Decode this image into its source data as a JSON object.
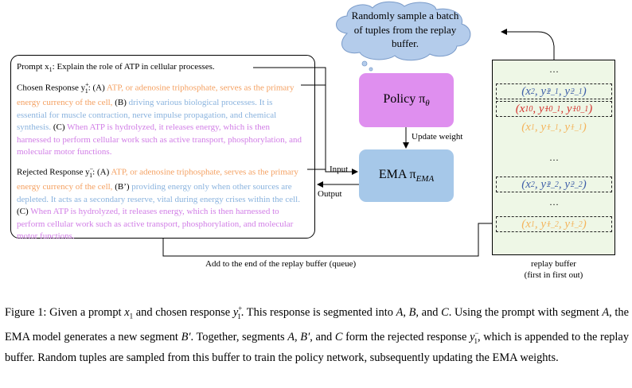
{
  "figure": {
    "prompt": {
      "label": "Prompt x",
      "sub": "1",
      "text": ": Explain the role of ATP in cellular processes."
    },
    "chosen": {
      "label": "Chosen Response y",
      "sup": "+",
      "sub": "1",
      "a_marker": ": (A) ",
      "a_text": "ATP, or adenosine triphosphate, serves as the primary energy currency of the cell,",
      "b_marker": " (B) ",
      "b_text": "driving various biological processes. It is essential for muscle contraction, nerve impulse propagation, and chemical synthesis.",
      "c_marker": " (C) ",
      "c_text": "When ATP is hydrolyzed, it releases energy, which is then harnessed to perform cellular work such as active transport, phosphorylation, and molecular motor functions."
    },
    "rejected": {
      "label": "Rejected Response y",
      "sup": "−",
      "sub": "1",
      "a_marker": ": (A) ",
      "a_text": "ATP, or adenosine triphosphate, serves as the primary energy currency of the cell,",
      "b_marker": " (B’) ",
      "b_text": "providing energy only when other sources are depleted. It acts as a secondary reserve, vital during energy crises within the cell.",
      "c_marker": " (C) ",
      "c_text": "When ATP is hydrolyzed, it releases energy, which is then harnessed to perform cellular work such as active transport, phosphorylation, and molecular motor functions."
    },
    "cloud_text": "Randomly sample a batch of tuples from the replay buffer.",
    "policy": {
      "label": "Policy π",
      "sub": "θ"
    },
    "ema": {
      "label": "EMA π",
      "sub": "EMA"
    },
    "labels": {
      "update_weight": "Update weight",
      "input": "Input",
      "output": "Output",
      "append": "Add to the end of the replay buffer (queue)"
    },
    "buffer": {
      "dots": "...",
      "rows": [
        {
          "index": "2",
          "sub_chosen": "2_1",
          "sub_rejected": "2_1",
          "color": "#3f5fa8"
        },
        {
          "index": "10",
          "sub_chosen": "10_1",
          "sub_rejected": "10_1",
          "color": "#d4342f"
        },
        {
          "index": "1",
          "sub_chosen": "1_1",
          "sub_rejected": "1_1",
          "color": "#f4b45c"
        },
        {
          "index": "2",
          "sub_chosen": "2_2",
          "sub_rejected": "2_2",
          "color": "#3f5fa8"
        },
        {
          "index": "1",
          "sub_chosen": "1_2",
          "sub_rejected": "1_2",
          "color": "#f4b45c"
        }
      ],
      "caption_line1": "replay buffer",
      "caption_line2": "(first in first out)"
    }
  },
  "caption": {
    "t1": "Figure 1: Given a prompt ",
    "m1": "x",
    "m1_sub": "1",
    "t2": " and chosen response ",
    "m2": "y",
    "m2_sup": "+",
    "m2_sub": "1",
    "t3": ". This response is segmented into ",
    "A": "A",
    "c1": ", ",
    "B": "B",
    "t4": ", and ",
    "C": "C",
    "t5": ". Using the prompt with segment ",
    "A2": "A",
    "t6": ", the EMA model generates a new segment ",
    "Bp": "B′",
    "t7": ". Together, segments ",
    "A3": "A",
    "c2": ", ",
    "Bp2": "B′",
    "t8": ", and ",
    "C2": "C",
    "t9": " form the rejected response ",
    "m3": "y",
    "m3_sup": "−",
    "m3_sub": "1",
    "t10": ", which is appended to the replay buffer. Random tuples are sampled from this buffer to train the policy network, subsequently updating the EMA weights."
  }
}
